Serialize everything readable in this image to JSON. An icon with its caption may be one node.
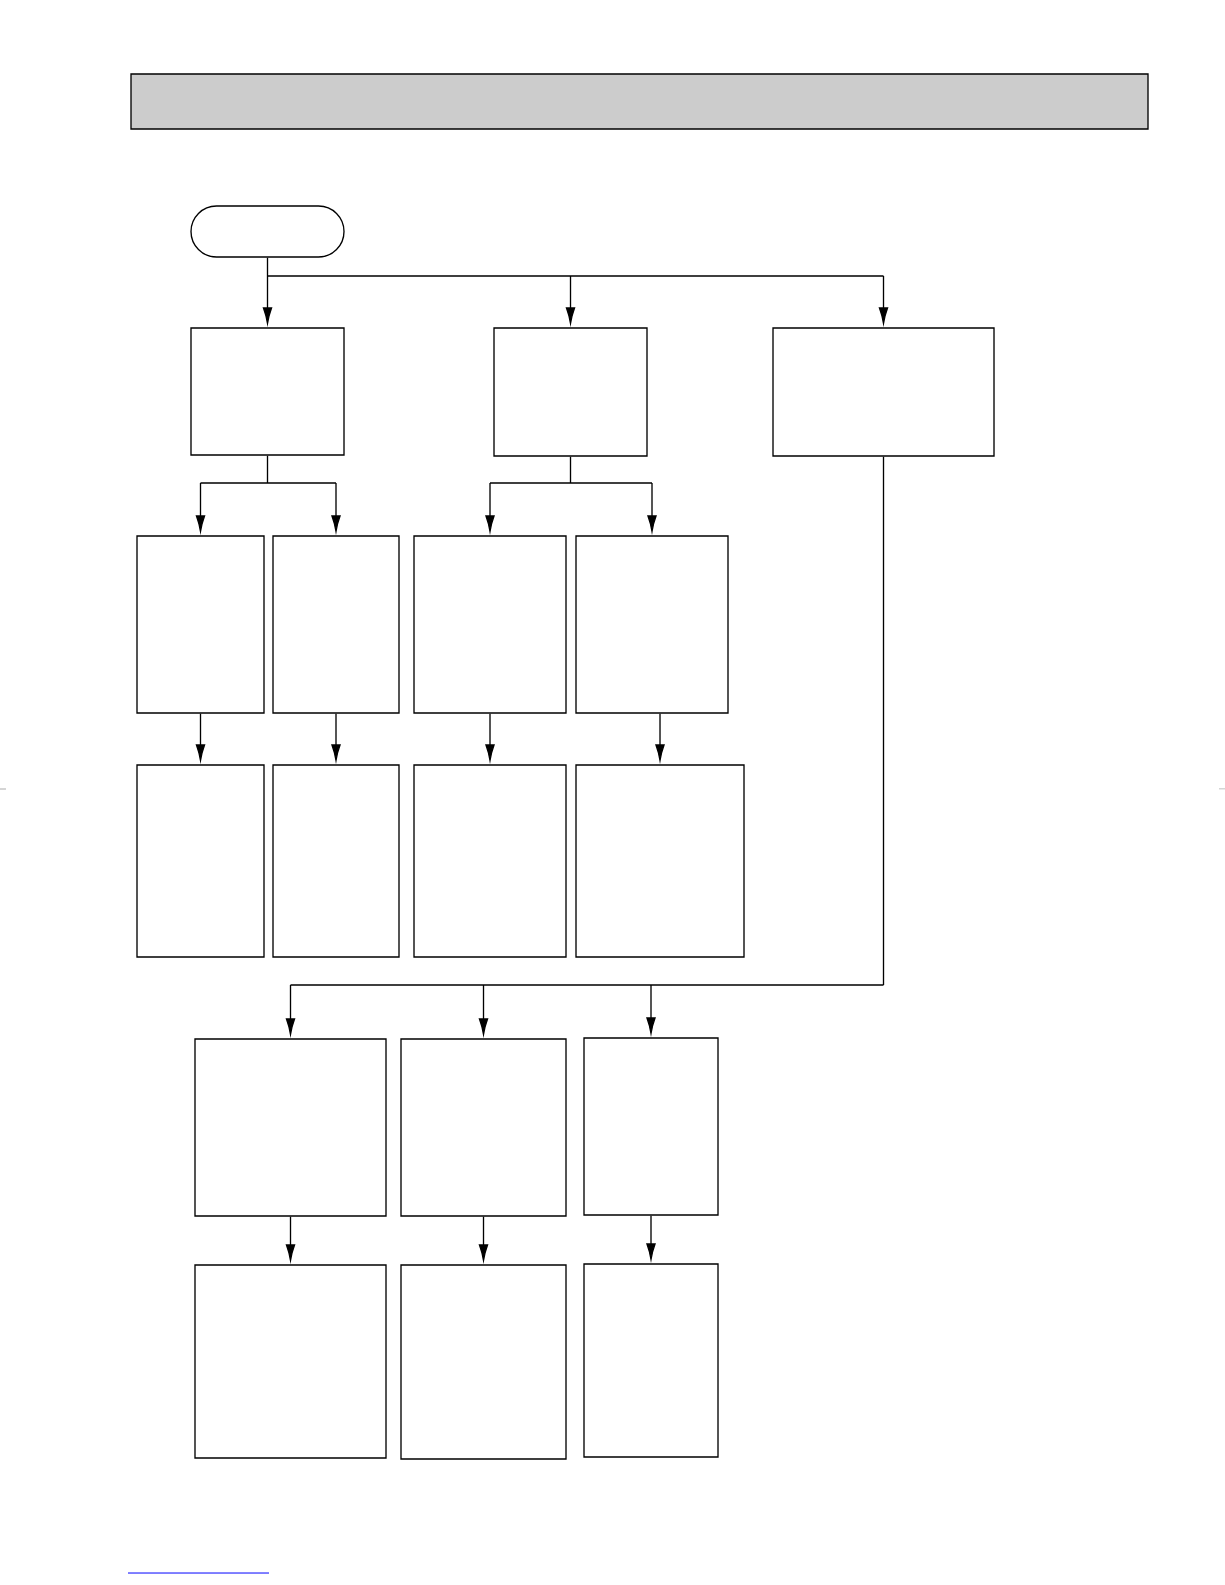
{
  "diagram": {
    "nodes": [
      {
        "text": [],
        "shape": "oval"
      },
      {
        "text": [],
        "shape": "box"
      },
      {
        "text": [],
        "shape": "box"
      },
      {
        "text": [],
        "shape": "box"
      },
      {
        "text": [],
        "shape": "box"
      },
      {
        "text": [],
        "shape": "box"
      },
      {
        "text": [],
        "shape": "box"
      },
      {
        "text": [],
        "shape": "box"
      },
      {
        "text": [],
        "shape": "box"
      },
      {
        "text": [],
        "shape": "box"
      },
      {
        "text": [],
        "shape": "box"
      },
      {
        "text": [],
        "shape": "box"
      },
      {
        "text": [],
        "shape": "box"
      },
      {
        "text": [],
        "shape": "box"
      },
      {
        "text": [],
        "shape": "box"
      },
      {
        "text": [],
        "shape": "box"
      },
      {
        "text": [],
        "shape": "box"
      },
      {
        "text": [],
        "shape": "box"
      }
    ],
    "edges": [
      {
        "from": 0,
        "to": 1,
        "arrow": "to"
      },
      {
        "from": 0,
        "to": 2,
        "arrow": "to"
      },
      {
        "from": 0,
        "to": 3,
        "arrow": "to"
      },
      {
        "from": 1,
        "to": 4,
        "arrow": "to"
      },
      {
        "from": 1,
        "to": 5,
        "arrow": "to"
      },
      {
        "from": 2,
        "to": 6,
        "arrow": "to"
      },
      {
        "from": 2,
        "to": 7,
        "arrow": "to"
      },
      {
        "from": 4,
        "to": 8,
        "arrow": "to"
      },
      {
        "from": 5,
        "to": 9,
        "arrow": "to"
      },
      {
        "from": 6,
        "to": 10,
        "arrow": "to"
      },
      {
        "from": 7,
        "to": 11,
        "arrow": "to"
      },
      {
        "from": 3,
        "to": 12,
        "arrow": "to"
      },
      {
        "from": 3,
        "to": 13,
        "arrow": "to"
      },
      {
        "from": 3,
        "to": 14,
        "arrow": "to"
      },
      {
        "from": 12,
        "to": 15,
        "arrow": "to"
      },
      {
        "from": 13,
        "to": 16,
        "arrow": "to"
      },
      {
        "from": 14,
        "to": 17,
        "arrow": "to"
      }
    ]
  }
}
